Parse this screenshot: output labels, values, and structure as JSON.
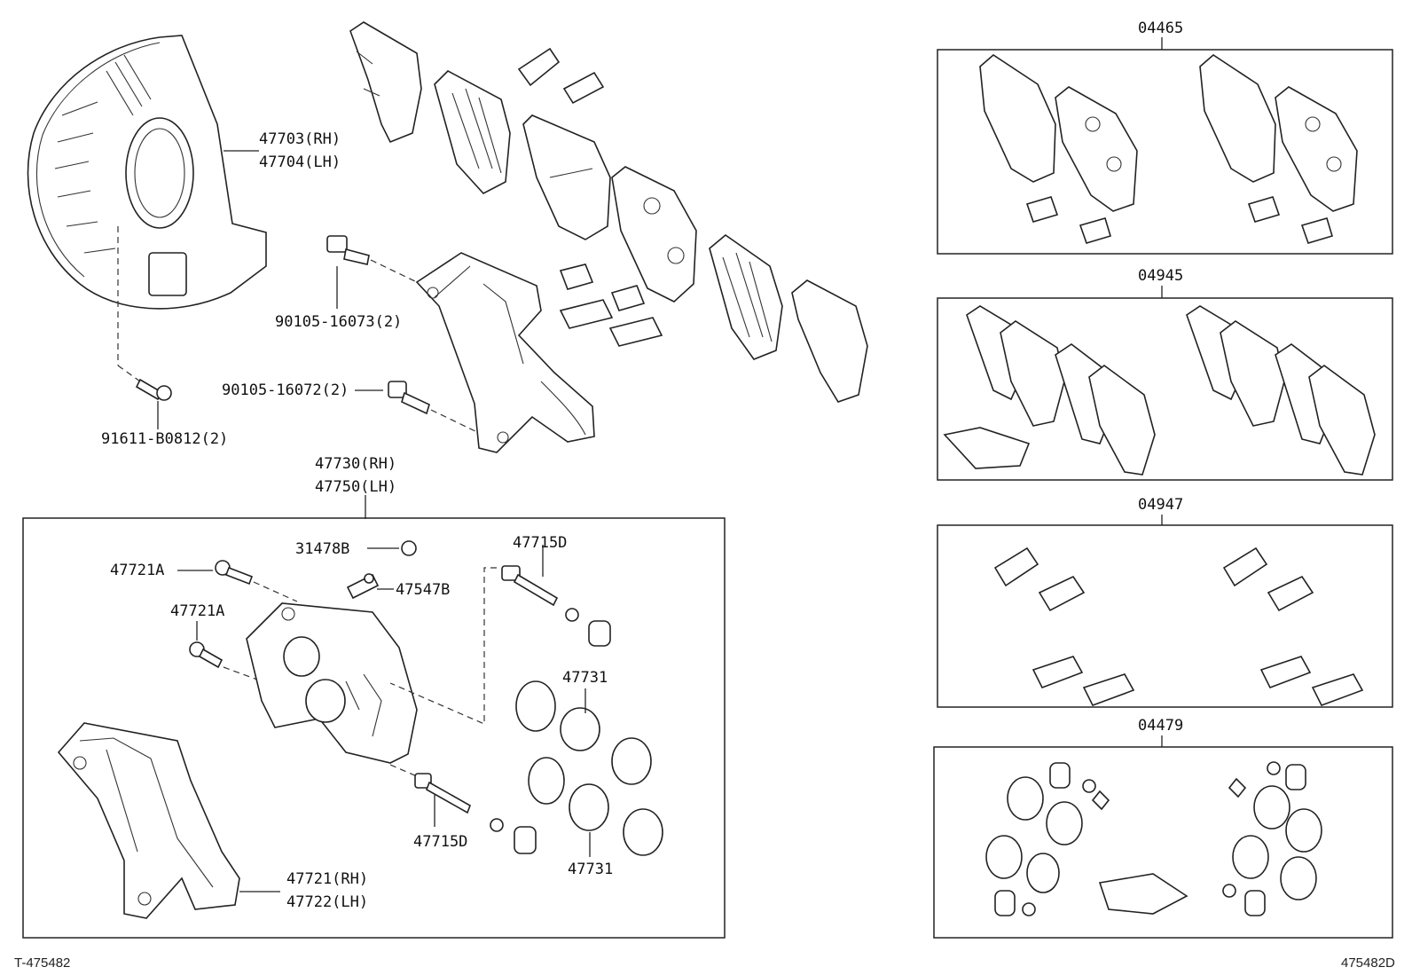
{
  "labels": {
    "shield": "47703(RH)\n47704(LH)",
    "shield_rh": "47703(RH)",
    "shield_lh": "47704(LH)",
    "bolt_upper": "90105-16073(2)",
    "bolt_lower": "90105-16072(2)",
    "screw": "91611-B0812(2)",
    "caliper_rh": "47730(RH)",
    "caliper_lh": "47750(LH)",
    "cap": "31478B",
    "bleeder": "47547B",
    "pin_a1": "47721A",
    "pin_a2": "47721A",
    "pin_upper": "47715D",
    "pin_lower": "47715D",
    "piston_upper": "47731",
    "piston_lower": "47731",
    "mount_rh": "47721(RH)",
    "mount_lh": "47722(LH)"
  },
  "kits": {
    "pads": "04465",
    "shims": "04945",
    "clips": "04947",
    "seal_kit": "04479"
  },
  "footer": {
    "left": "T-475482",
    "right": "475482D"
  }
}
